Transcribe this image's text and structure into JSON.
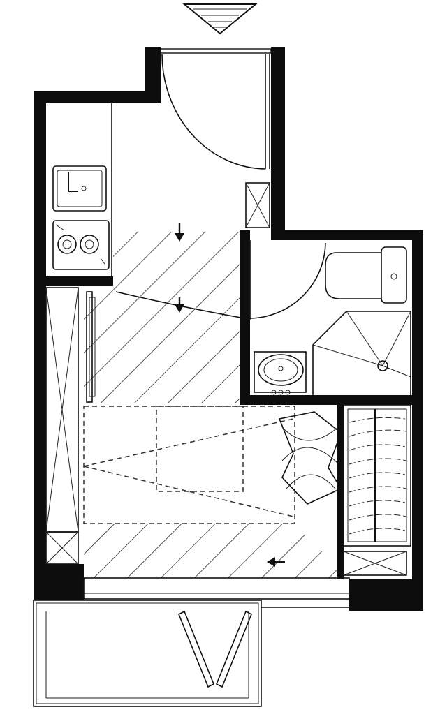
{
  "plan": {
    "type": "studio-apartment-floor-plan",
    "north_marker": "triangle-down",
    "rooms": [
      "entry",
      "kitchenette",
      "bathroom",
      "living-sleeping-area",
      "closet",
      "balcony"
    ],
    "fixtures": [
      "entry-door",
      "kitchen-sink",
      "two-burner-cooktop",
      "toilet",
      "washbasin",
      "corner-shower",
      "wardrobe",
      "window",
      "balcony-door"
    ],
    "arrows": [
      "down",
      "down",
      "left"
    ],
    "colors": {
      "wall": "#0d0d0d",
      "line": "#111111",
      "background": "#ffffff"
    }
  }
}
